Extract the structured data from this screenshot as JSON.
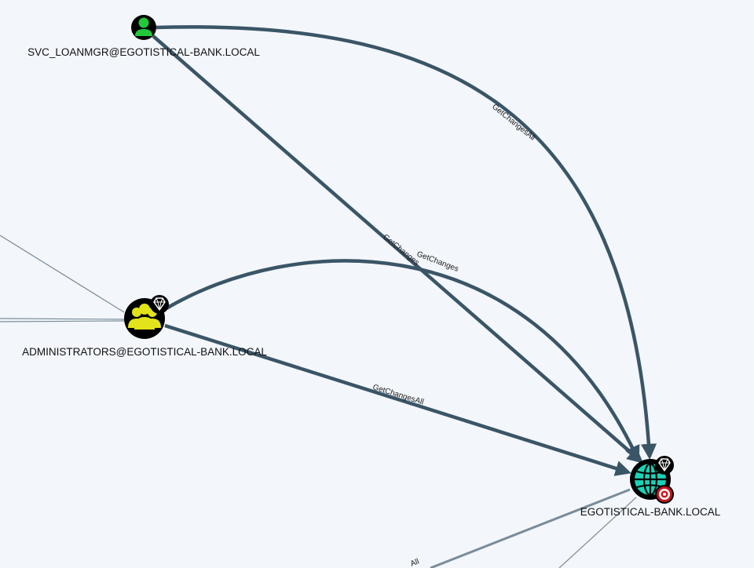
{
  "colors": {
    "background": "#f3f6fb",
    "edge": "#3a5566",
    "faint_edge": "#7a8c99",
    "user_node": "#22c93a",
    "group_node": "#e3e31b",
    "domain_node": "#19d3b8",
    "target_badge": "#c8141e"
  },
  "nodes": {
    "svc_loanmgr": {
      "label": "SVC_LOANMGR@EGOTISTICAL-BANK.LOCAL",
      "icon": "user-icon"
    },
    "administrators": {
      "label": "ADMINISTRATORS@EGOTISTICAL-BANK.LOCAL",
      "icon": "group-icon",
      "badge": "gem-icon"
    },
    "domain": {
      "label": "EGOTISTICAL-BANK.LOCAL",
      "icon": "globe-icon",
      "badges": [
        "gem-icon",
        "target-icon"
      ]
    }
  },
  "edges": {
    "svc_getchangesall": "GetChangesAll",
    "svc_getchanges": "GetChanges",
    "admin_getchanges": "GetChanges",
    "admin_getchangesall": "GetChangesAll",
    "partial_bottom": "All"
  }
}
